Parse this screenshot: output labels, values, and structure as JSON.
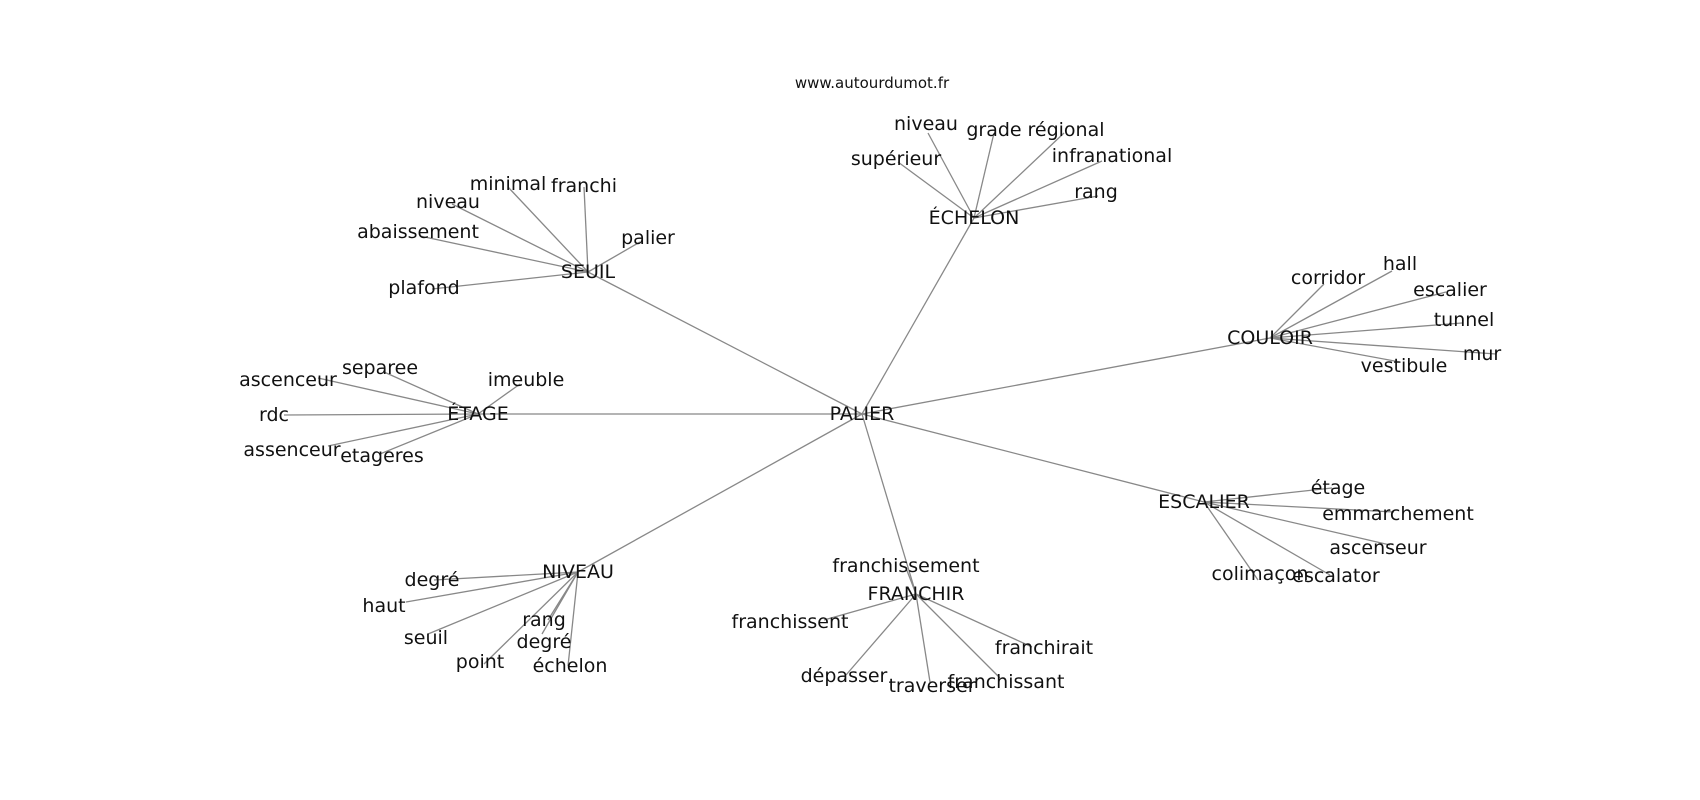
{
  "source_label": "www.autourdumot.fr",
  "center": "PALIER",
  "clusters": [
    {
      "label": "SEUIL",
      "words": [
        "minimal",
        "franchi",
        "niveau",
        "abaissement",
        "palier",
        "plafond"
      ]
    },
    {
      "label": "ÉCHELON",
      "words": [
        "niveau",
        "grade",
        "régional",
        "supérieur",
        "infranational",
        "rang"
      ]
    },
    {
      "label": "COULOIR",
      "words": [
        "corridor",
        "hall",
        "escalier",
        "tunnel",
        "mur",
        "vestibule"
      ]
    },
    {
      "label": "ÉTAGE",
      "words": [
        "separee",
        "ascenceur",
        "imeuble",
        "rdc",
        "assenceur",
        "etageres"
      ]
    },
    {
      "label": "ESCALIER",
      "words": [
        "étage",
        "emmarchement",
        "ascenseur",
        "colimaçon",
        "escalator"
      ]
    },
    {
      "label": "NIVEAU",
      "words": [
        "degré",
        "haut",
        "rang",
        "seuil",
        "degré",
        "point",
        "échelon"
      ]
    },
    {
      "label": "FRANCHIR",
      "words": [
        "franchissement",
        "franchissent",
        "franchirait",
        "dépasser",
        "traverser",
        "franchissant"
      ]
    }
  ]
}
